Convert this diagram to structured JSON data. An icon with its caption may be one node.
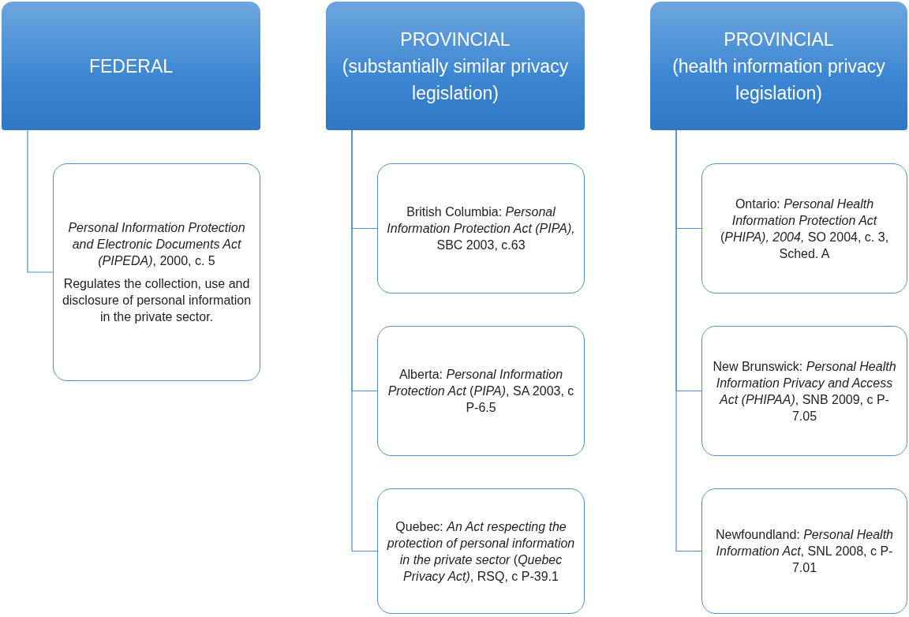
{
  "diagram": {
    "nodes": [
      {
        "text": [
          "FEDERAL"
        ]
      },
      {
        "text": [
          "*Personal Information Protection and Electronic Documents Act (PIPEDA)*, 2000, c. 5",
          "Regulates the collection, use and disclosure of personal information in the private sector."
        ]
      },
      {
        "text": [
          "PROVINCIAL",
          "(substantially similar privacy legislation)"
        ]
      },
      {
        "text": [
          "British Columbia: *Personal Information Protection Act (PIPA),* SBC 2003, c.63"
        ]
      },
      {
        "text": [
          "Alberta: *Personal Information Protection Act* (*PIPA)*, SA 2003, c P-6.5"
        ]
      },
      {
        "text": [
          "Quebec: *An Act respecting the protection of personal information in the private sector* (*Quebec Privacy Act)*, RSQ, c P-39.1"
        ]
      },
      {
        "text": [
          "PROVINCIAL",
          "(health information privacy legislation)"
        ]
      },
      {
        "text": [
          "Ontario: *Personal Health Information Protection Act* (*PHIPA), 2004,* SO 2004, c. 3, Sched. A"
        ]
      },
      {
        "text": [
          "New Brunswick: *Personal Health Information Privacy and Access Act (PHIPAA)*, SNB 2009, c P-7.05"
        ]
      },
      {
        "text": [
          "Newfoundland: *Personal Health Information Act*, SNL 2008, c P-7.01"
        ]
      }
    ],
    "edges": [
      {
        "from": 0,
        "to": 1,
        "arrow": "none"
      },
      {
        "from": 2,
        "to": 3,
        "arrow": "none"
      },
      {
        "from": 2,
        "to": 4,
        "arrow": "none"
      },
      {
        "from": 2,
        "to": 5,
        "arrow": "none"
      },
      {
        "from": 6,
        "to": 7,
        "arrow": "none"
      },
      {
        "from": 6,
        "to": 8,
        "arrow": "none"
      },
      {
        "from": 6,
        "to": 9,
        "arrow": "none"
      }
    ]
  }
}
